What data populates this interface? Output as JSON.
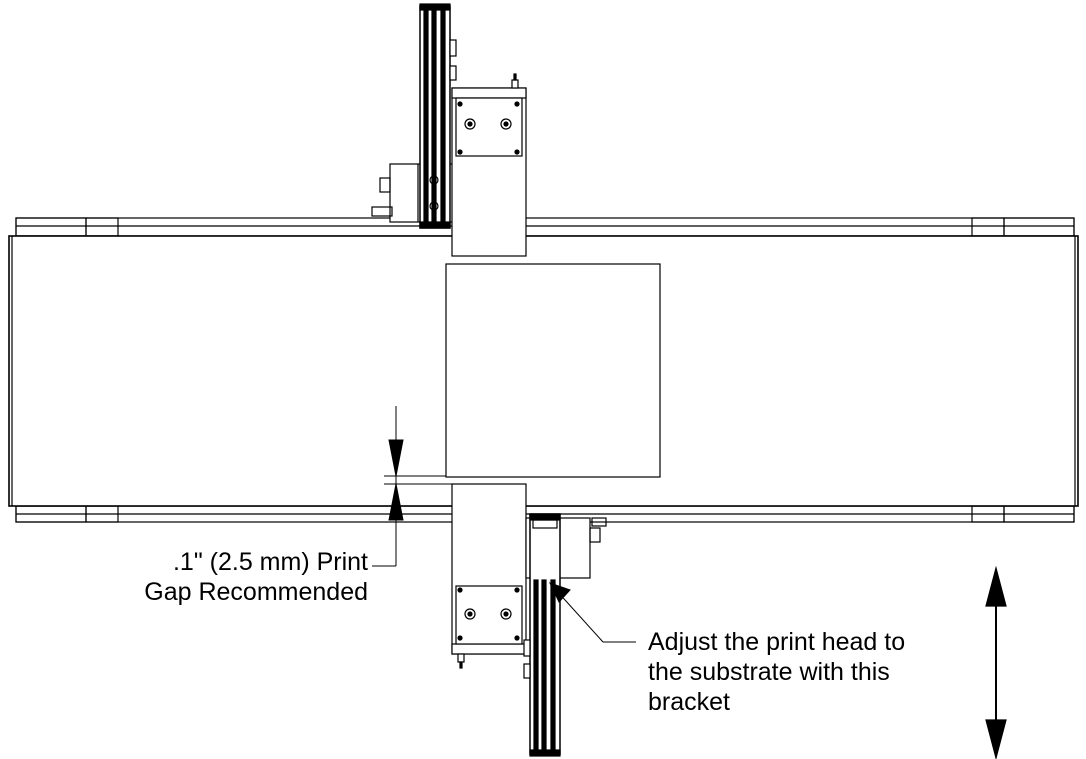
{
  "annotations": {
    "gap_line1": ".1\" (2.5 mm) Print",
    "gap_line2": "Gap Recommended",
    "adjust_line1": "Adjust the print head to",
    "adjust_line2": "the substrate with this",
    "adjust_line3": "bracket"
  }
}
